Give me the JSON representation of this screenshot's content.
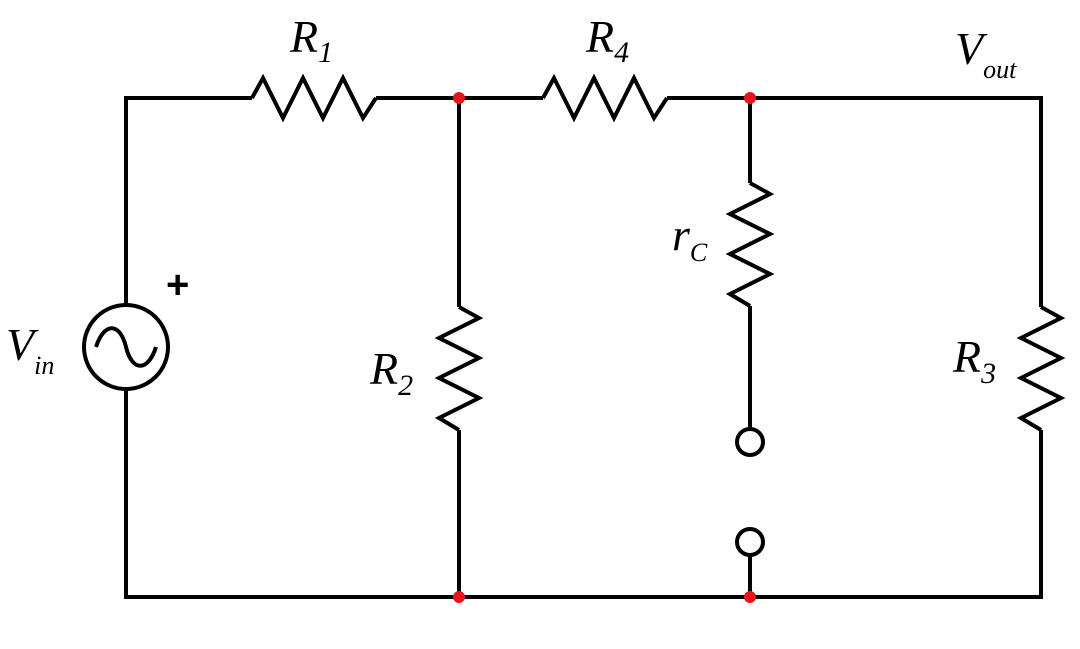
{
  "diagram": {
    "labels": {
      "r1": {
        "main": "R",
        "sub": "1"
      },
      "r4": {
        "main": "R",
        "sub": "4"
      },
      "vout": {
        "main": "V",
        "sub": "out"
      },
      "rc": {
        "main": "r",
        "sub": "C"
      },
      "r2": {
        "main": "R",
        "sub": "2"
      },
      "r3": {
        "main": "R",
        "sub": "3"
      },
      "vin": {
        "main": "V",
        "sub": "in"
      },
      "plus": "+"
    },
    "colors": {
      "wire": "#000000",
      "node": "#e8141b",
      "background": "#ffffff"
    },
    "components": [
      {
        "id": "vin-source",
        "type": "ac-voltage-source"
      },
      {
        "id": "r1",
        "type": "resistor"
      },
      {
        "id": "r4",
        "type": "resistor"
      },
      {
        "id": "r2",
        "type": "resistor"
      },
      {
        "id": "rc",
        "type": "resistor"
      },
      {
        "id": "r3",
        "type": "resistor"
      },
      {
        "id": "open-terminals",
        "type": "open-switch-terminals"
      }
    ]
  }
}
